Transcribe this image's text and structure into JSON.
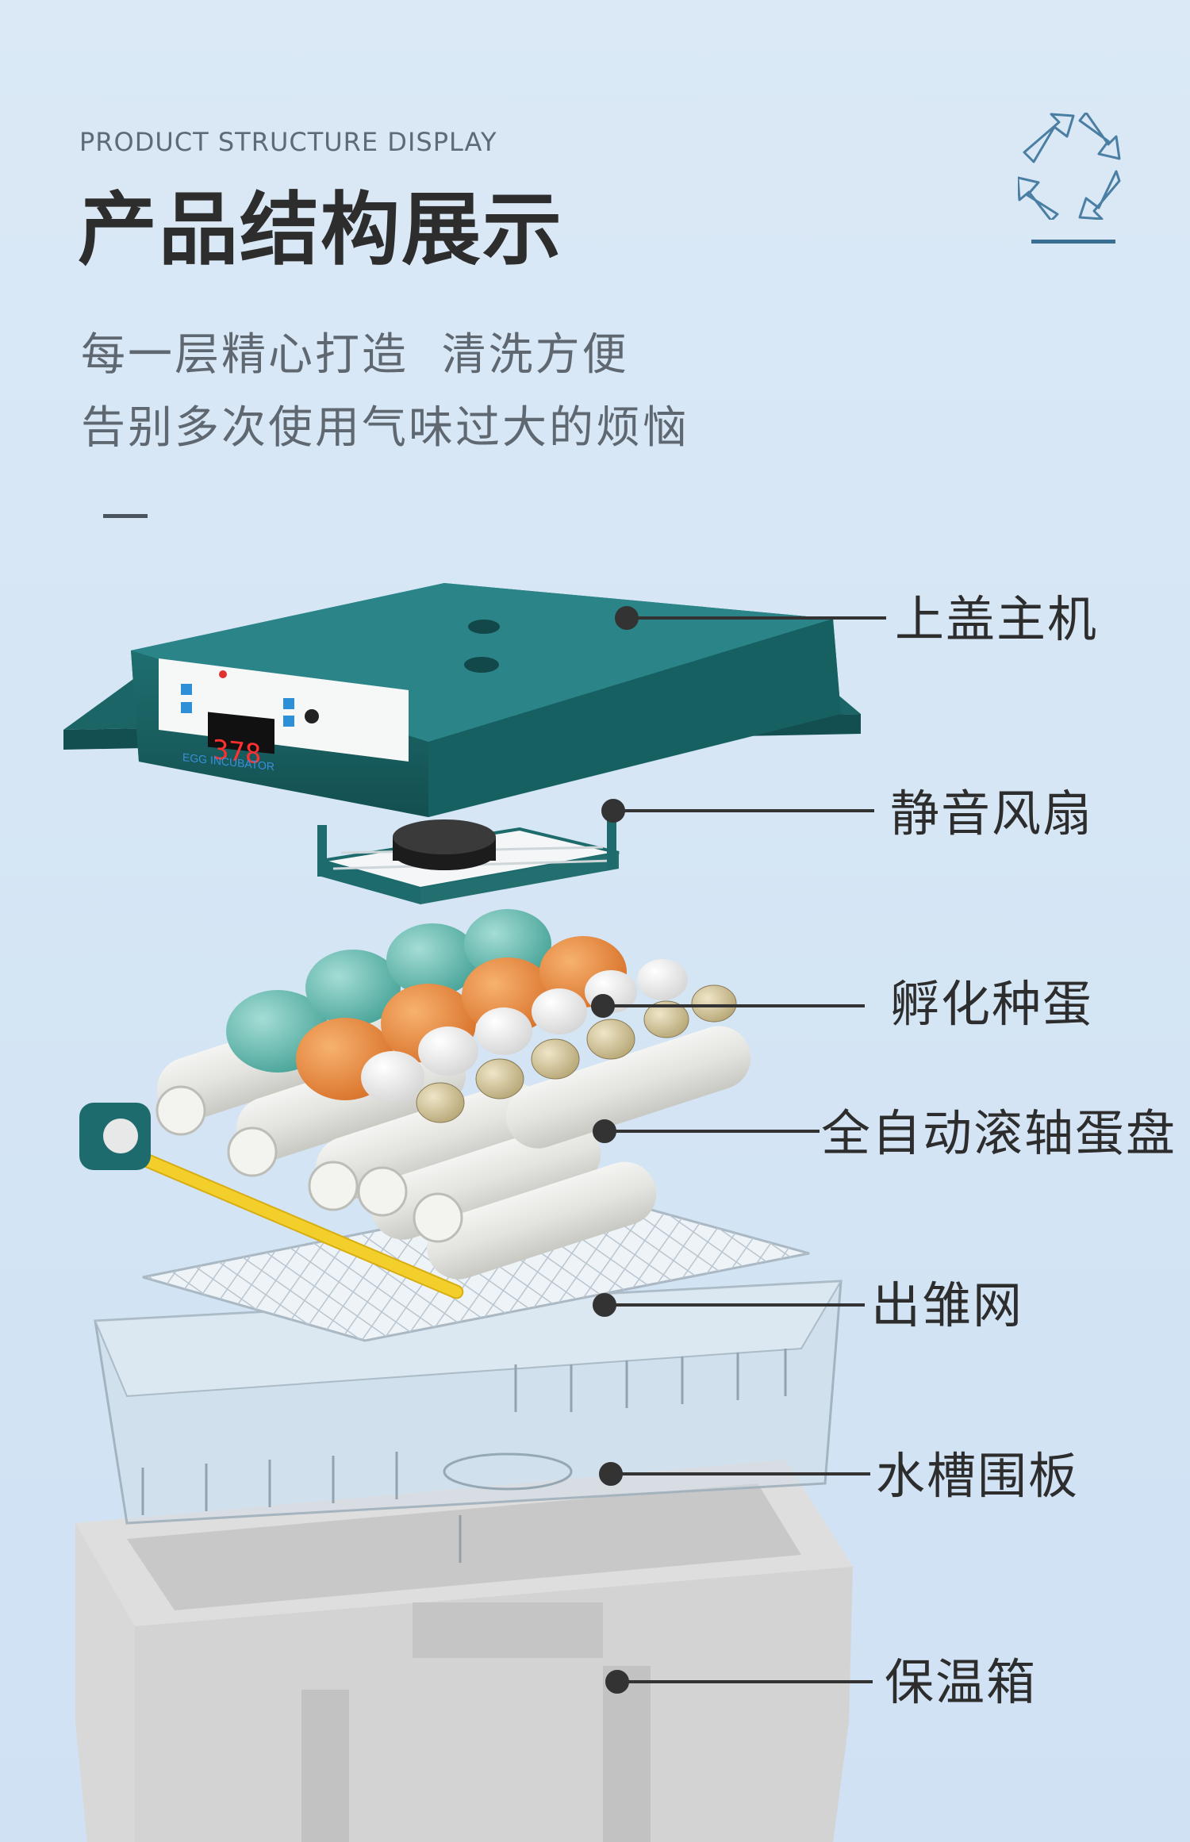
{
  "header": {
    "eyebrow": "PRODUCT STRUCTURE DISPLAY",
    "title": "产品结构展示",
    "subtitle_line1": "每一层精心打造  清洗方便",
    "subtitle_line2": "告别多次使用气味过大的烦恼"
  },
  "panel": {
    "display_value": "378",
    "brand_text": "EGG INCUBATOR"
  },
  "parts": [
    {
      "label": "上盖主机"
    },
    {
      "label": "静音风扇"
    },
    {
      "label": "孵化种蛋"
    },
    {
      "label": "全自动滚轴蛋盘"
    },
    {
      "label": "出雏网"
    },
    {
      "label": "水槽围板"
    },
    {
      "label": "保温箱"
    }
  ],
  "colors": {
    "lid": "#1d6b6c",
    "accent_line": "#3b6f91",
    "label_text": "#2d2d2d"
  }
}
